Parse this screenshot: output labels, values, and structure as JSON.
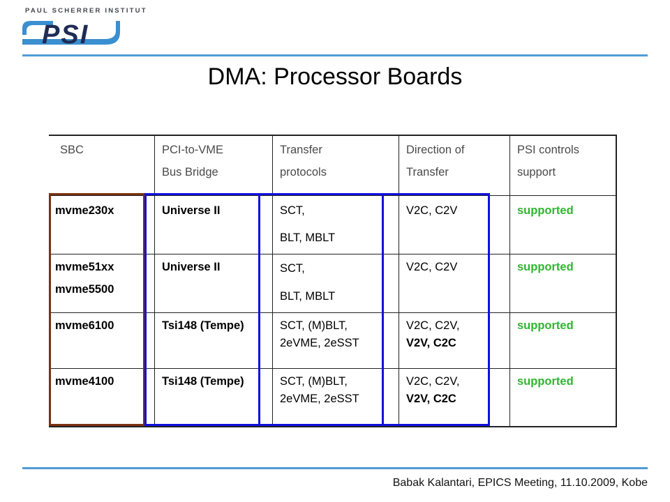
{
  "logo": {
    "institute": "PAUL SCHERRER INSTITUT",
    "mark": "PSI",
    "colors": {
      "blue": "#3a8fd0",
      "dark": "#1f2c55"
    }
  },
  "slide": {
    "title": "DMA: Processor Boards"
  },
  "table": {
    "headers": [
      [
        "SBC"
      ],
      [
        "PCI-to-VME",
        "Bus Bridge"
      ],
      [
        "Transfer",
        "protocols"
      ],
      [
        "Direction of",
        "Transfer"
      ],
      [
        "PSI controls",
        "support"
      ]
    ],
    "rows": [
      {
        "sbc": [
          "mvme230x"
        ],
        "bridge": "Universe II",
        "protocols": [
          "SCT,",
          "BLT, MBLT"
        ],
        "direction": [
          "V2C, C2V"
        ],
        "support": "supported"
      },
      {
        "sbc": [
          "mvme51xx",
          "mvme5500"
        ],
        "bridge": "Universe II",
        "protocols": [
          "SCT,",
          "BLT, MBLT"
        ],
        "direction": [
          "V2C, C2V"
        ],
        "support": "supported"
      },
      {
        "sbc": [
          "mvme6100"
        ],
        "bridge": "Tsi148 (Tempe)",
        "protocols": [
          "SCT, (M)BLT,",
          "2eVME, 2eSST"
        ],
        "direction": [
          "V2C, C2V,",
          "V2V, C2C"
        ],
        "support": "supported"
      },
      {
        "sbc": [
          "mvme4100"
        ],
        "bridge": "Tsi148 (Tempe)",
        "protocols": [
          "SCT, (M)BLT,",
          "2eVME, 2eSST"
        ],
        "direction": [
          "V2C, C2V,",
          "V2V, C2C"
        ],
        "support": "supported"
      }
    ],
    "colors": {
      "support": "#2fb62f",
      "frame_sbc": "#7b3110",
      "frame_bridge": "#1111dd"
    }
  },
  "footer": {
    "text": "Babak Kalantari, EPICS Meeting, 11.10.2009, Kobe"
  },
  "accent": "#4f9bd6"
}
